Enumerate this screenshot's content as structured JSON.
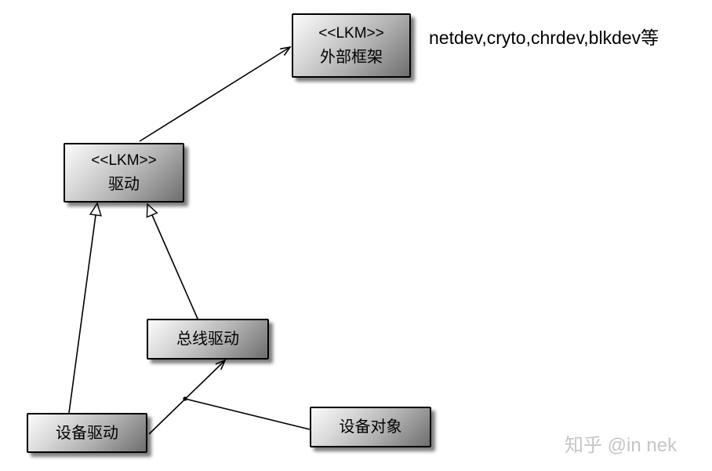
{
  "diagram": {
    "annotation": "netdev,cryto,chrdev,blkdev等",
    "nodes": [
      {
        "id": "external-framework",
        "stereotype": "<<LKM>>",
        "label": "外部框架"
      },
      {
        "id": "driver",
        "stereotype": "<<LKM>>",
        "label": "驱动"
      },
      {
        "id": "bus-driver",
        "label": "总线驱动"
      },
      {
        "id": "device-driver",
        "label": "设备驱动"
      },
      {
        "id": "device-object",
        "label": "设备对象"
      }
    ],
    "edges": [
      {
        "from": "driver",
        "to": "external-framework",
        "arrow": "open"
      },
      {
        "from": "device-driver",
        "to": "driver",
        "arrow": "hollow-triangle"
      },
      {
        "from": "bus-driver",
        "to": "driver",
        "arrow": "hollow-triangle"
      },
      {
        "from": "device-driver",
        "to": "bus-driver",
        "arrow": "open"
      },
      {
        "from": "device-object",
        "to": "line:device-driver->bus-driver",
        "arrow": "junction-dot"
      }
    ]
  },
  "watermark": {
    "text": "知乎 @in nek"
  },
  "colors": {
    "background": "#ffffff",
    "line": "#000000",
    "node_border": "#000000",
    "node_fill_light": "#fbfbfb",
    "node_fill_dark": "#6e6e6e",
    "text": "#000000",
    "watermark": "#c6c6c6"
  }
}
